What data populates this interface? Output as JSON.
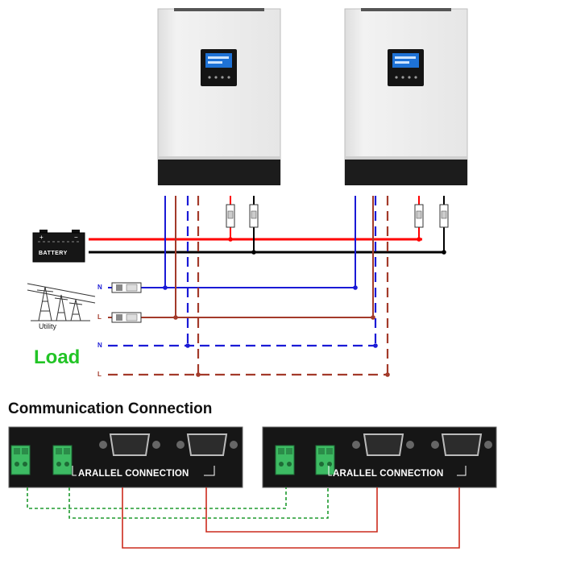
{
  "labels": {
    "battery": "BATTERY",
    "utility": "Utility",
    "load": "Load",
    "communication_title": "Communication Connection",
    "parallel_connection": "ARALLEL CONNECTION"
  },
  "wire_labels": {
    "utility_n": "N",
    "utility_l": "L",
    "load_n": "N",
    "load_l": "L"
  },
  "colors": {
    "dc_positive": "#ff0000",
    "dc_negative": "#000000",
    "ac_neutral": "#1a1ad6",
    "ac_live": "#a33a2a",
    "load_label": "#22c426",
    "parallel_cable": "#cc2b1d",
    "current_share_cable": "#1e9a2e"
  },
  "icons": {
    "battery": "battery-icon",
    "utility": "power-tower-icon",
    "inverter": "inverter-unit",
    "breaker": "breaker-icon",
    "terminal": "green-terminal-block-icon",
    "db15": "db15-port-icon"
  }
}
